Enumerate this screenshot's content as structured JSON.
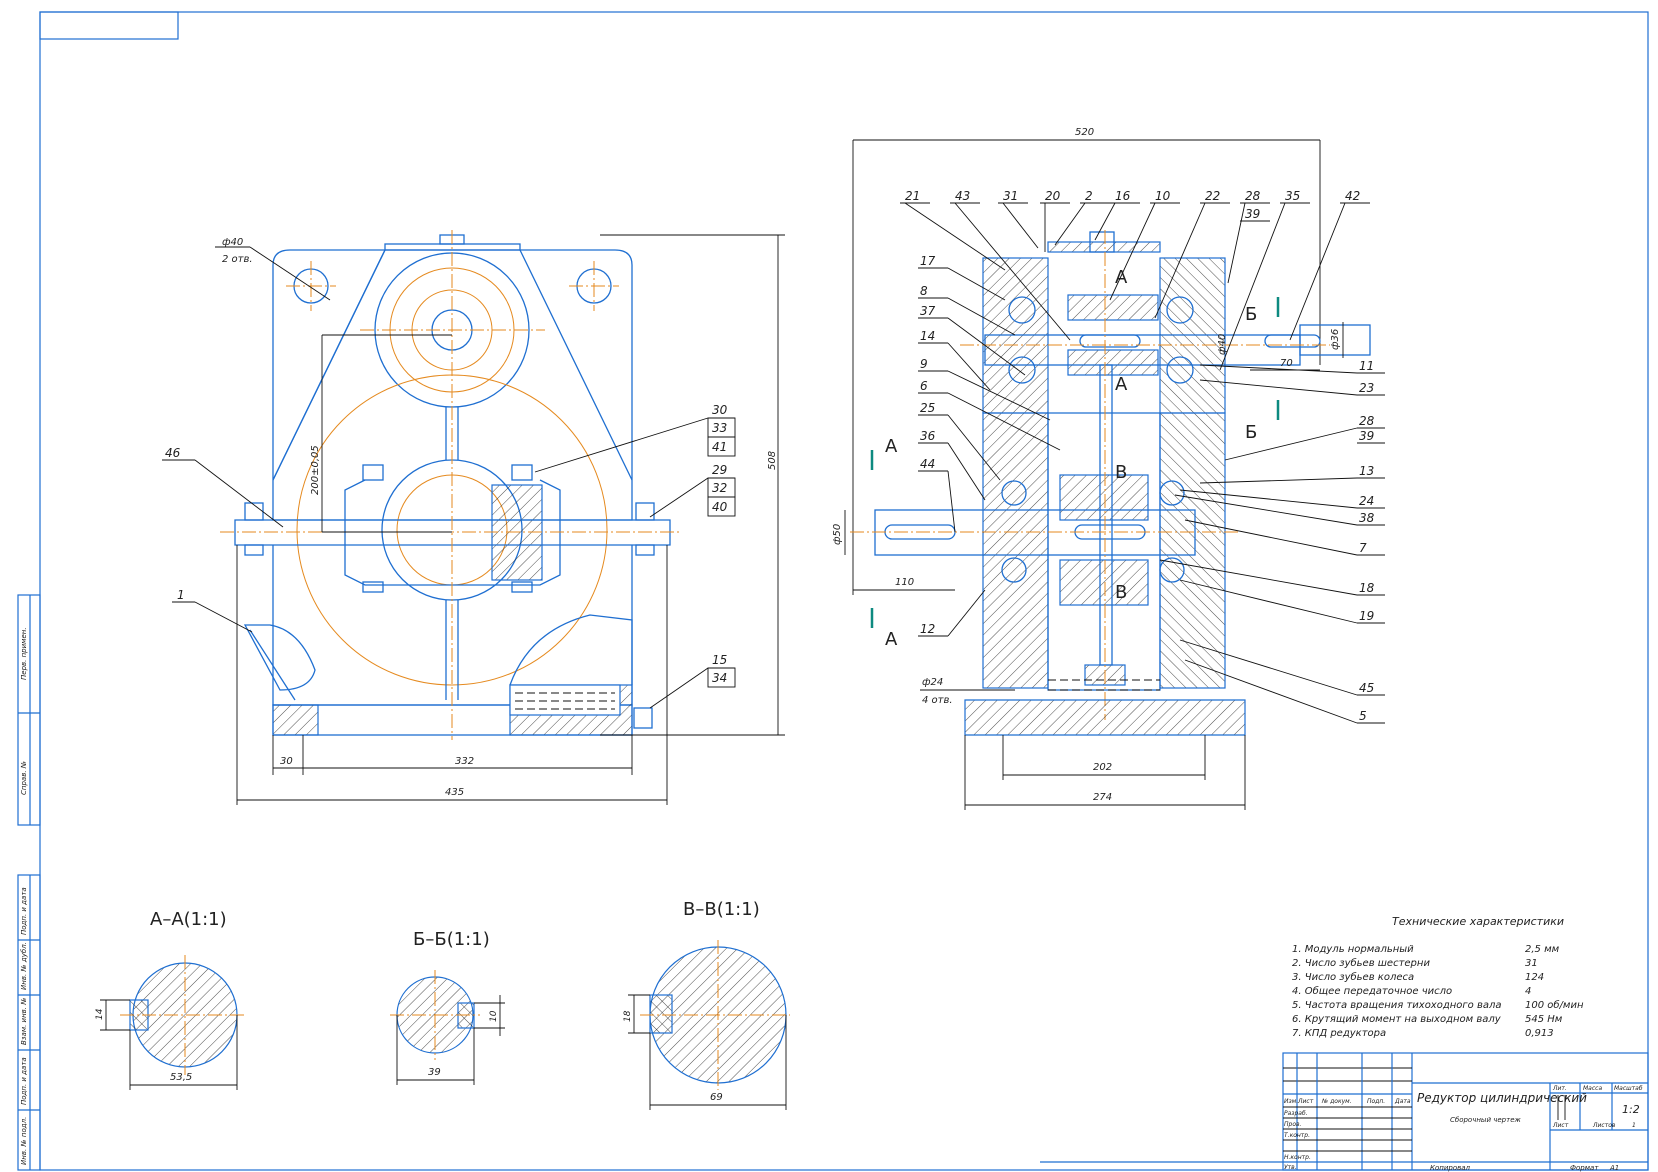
{
  "drawing": {
    "title": "Редуктор цилиндрический",
    "subtitle": "Сборочный чертеж",
    "scale": "1:2",
    "sheet_label": "Лист",
    "sheets_label": "Листов",
    "sheets_count": "1",
    "format_label": "Формат",
    "format": "A1",
    "copied_label": "Копировал"
  },
  "title_block": {
    "headers": [
      "Изм.",
      "Лист",
      "№ докум.",
      "Подп.",
      "Дата"
    ],
    "roles": [
      "Разраб.",
      "Пров.",
      "Т.контр.",
      "",
      "Н.контр.",
      "Утв."
    ],
    "lit_label": "Лит.",
    "mass_label": "Масса",
    "scale_label": "Масштаб"
  },
  "side_stamp": [
    "Перв. примен.",
    "Справ. №",
    "Подп. и дата",
    "Инв. № дубл.",
    "Взам. инв. №",
    "Подп. и дата",
    "Инв. № подл."
  ],
  "specs": {
    "title": "Технические характеристики",
    "items": [
      {
        "label": "1. Модуль нормальный",
        "value": "2,5 мм"
      },
      {
        "label": "2. Число зубьев шестерни",
        "value": "31"
      },
      {
        "label": "3. Число зубьев колеса",
        "value": "124"
      },
      {
        "label": "4. Общее передаточное число",
        "value": "4"
      },
      {
        "label": "5. Частота вращения тихоходного вала",
        "value": "100 об/мин"
      },
      {
        "label": "6. Крутящий момент на выходном валу",
        "value": "545 Нм"
      },
      {
        "label": "7. КПД редуктора",
        "value": "0,913"
      }
    ]
  },
  "front_view": {
    "dims": {
      "width_total": "435",
      "bolt_span": "332",
      "edge": "30",
      "height": "508",
      "center_dist": "200±0,05",
      "hole_dia": "ф40",
      "hole_count": "2 отв."
    },
    "callouts": [
      "46",
      "1",
      "30",
      "33",
      "41",
      "29",
      "32",
      "40",
      "15",
      "34"
    ]
  },
  "side_view": {
    "dims": {
      "length": "520",
      "shaft_in_len": "110",
      "shaft_in_dia": "ф50",
      "shaft_out_len": "70",
      "shaft_out_dia": "ф36",
      "bearing_dia": "ф40",
      "base_inner": "202",
      "base_outer": "274",
      "base_hole": "ф24",
      "base_hole_count": "4 отв."
    },
    "callouts_top": [
      "21",
      "43",
      "31",
      "20",
      "2",
      "16",
      "10",
      "22",
      "28",
      "39",
      "35",
      "42"
    ],
    "callouts_left": [
      "17",
      "8",
      "37",
      "14",
      "9",
      "6",
      "25",
      "36",
      "44",
      "12"
    ],
    "callouts_right": [
      "11",
      "23",
      "28",
      "39",
      "13",
      "24",
      "38",
      "7",
      "18",
      "19",
      "45",
      "5"
    ],
    "section_marks": {
      "a": "А",
      "b": "Б",
      "v": "В"
    }
  },
  "sections": [
    {
      "title": "А–А(1:1)",
      "key": "14",
      "dia": "53,5"
    },
    {
      "title": "Б–Б(1:1)",
      "key": "10",
      "dia": "39"
    },
    {
      "title": "В–В(1:1)",
      "key": "18",
      "dia": "69"
    }
  ]
}
